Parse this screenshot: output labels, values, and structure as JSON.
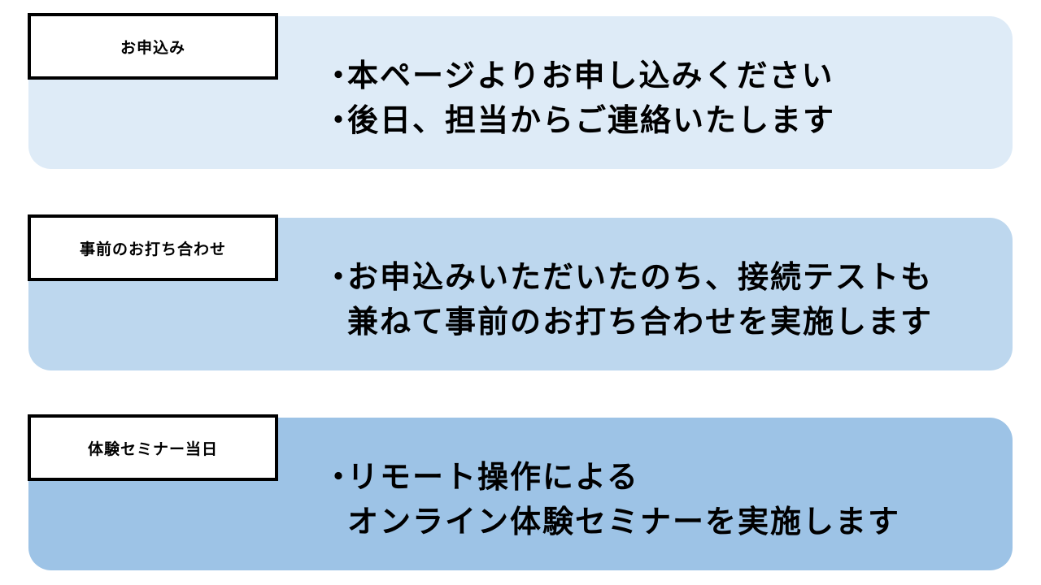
{
  "steps": [
    {
      "label": "お申込み",
      "lines": [
        {
          "bullet": "・",
          "text": "本ページよりお申し込みください"
        },
        {
          "bullet": "・",
          "text": "後日、担当からご連絡いたします"
        }
      ]
    },
    {
      "label": "事前のお打ち合わせ",
      "lines": [
        {
          "bullet": "・",
          "text": "お申込みいただいたのち、接続テストも"
        },
        {
          "bullet": "",
          "text": "兼ねて事前のお打ち合わせを実施します"
        }
      ]
    },
    {
      "label": "体験セミナー当日",
      "lines": [
        {
          "bullet": "・",
          "text": "リモート操作による"
        },
        {
          "bullet": "",
          "text": "オンライン体験セミナーを実施します"
        }
      ]
    }
  ],
  "colors": {
    "panel_1": "#deebf7",
    "panel_2": "#bdd7ee",
    "panel_3": "#9dc3e6",
    "label_border": "#000000"
  }
}
